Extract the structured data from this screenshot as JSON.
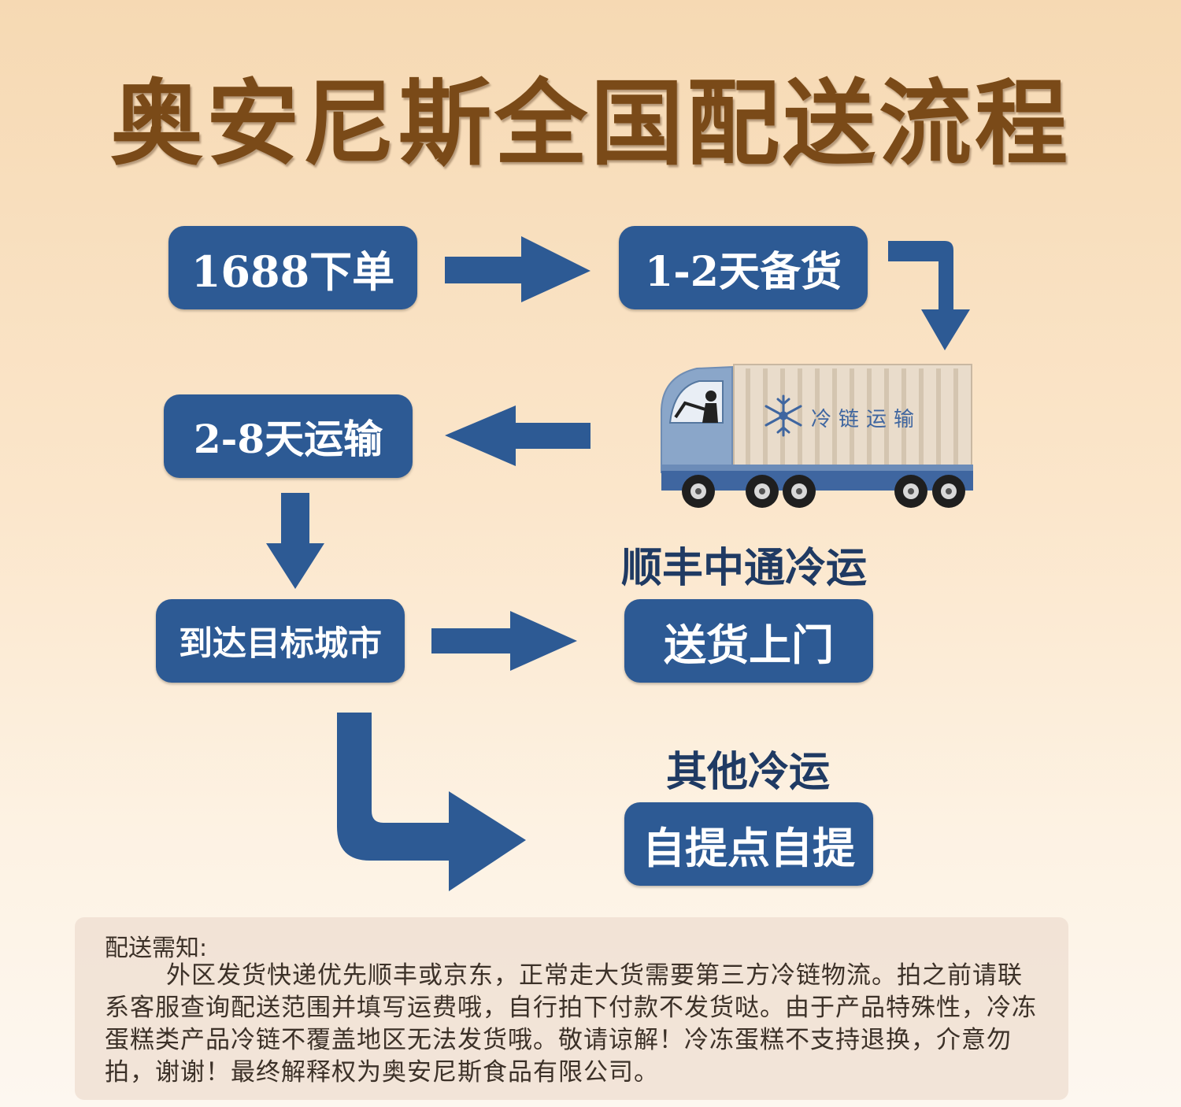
{
  "title": "奥安尼斯全国配送流程",
  "steps": {
    "order": "1688下单",
    "prepare": "1-2天备货",
    "truck_label": "冷链运输",
    "transport": "2-8天运输",
    "arrive": "到达目标城市",
    "door_caption": "顺丰中通冷运",
    "door": "送货上门",
    "pickup_caption": "其他冷运",
    "pickup": "自提点自提"
  },
  "notice": {
    "title": "配送需知:",
    "body": "外区发货快递优先顺丰或京东，正常走大货需要第三方冷链物流。拍之前请联系客服查询配送范围并填写运费哦，自行拍下付款不发货哒。由于产品特殊性，冷冻蛋糕类产品冷链不覆盖地区无法发货哦。敬请谅解！冷冻蛋糕不支持退换，介意勿拍，谢谢！最终解释权为奥安尼斯食品有限公司。"
  },
  "colors": {
    "box": "#2d5a94",
    "arrow": "#2d5a94",
    "title": "#7a4a18"
  }
}
